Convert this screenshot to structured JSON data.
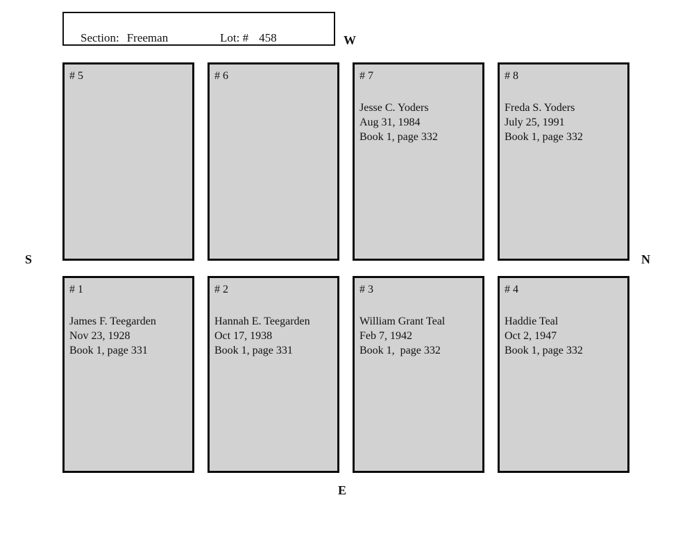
{
  "header": {
    "section_label": "Section:",
    "section_value": "Freeman",
    "lot_label": "Lot: #",
    "lot_value": "458"
  },
  "compass": {
    "west": "W",
    "south": "S",
    "north": "N",
    "east": "E"
  },
  "plots": [
    {
      "number": "# 5",
      "name": "",
      "date": "",
      "book": ""
    },
    {
      "number": "# 6",
      "name": "",
      "date": "",
      "book": ""
    },
    {
      "number": "# 7",
      "name": "Jesse C. Yoders",
      "date": "Aug 31, 1984",
      "book": "Book 1, page 332"
    },
    {
      "number": "# 8",
      "name": "Freda S. Yoders",
      "date": "July 25, 1991",
      "book": "Book 1, page 332"
    },
    {
      "number": "# 1",
      "name": "James F. Teegarden",
      "date": "Nov 23, 1928",
      "book": "Book 1, page 331"
    },
    {
      "number": "# 2",
      "name": "Hannah E. Teegarden",
      "date": "Oct 17, 1938",
      "book": "Book 1, page 331"
    },
    {
      "number": "# 3",
      "name": "William Grant Teal",
      "date": "Feb 7, 1942",
      "book": "Book 1,  page 332"
    },
    {
      "number": "# 4",
      "name": "Haddie Teal",
      "date": "Oct 2, 1947",
      "book": "Book 1, page 332"
    }
  ],
  "colors": {
    "plot_fill": "#d2d2d2",
    "border": "#000000",
    "background": "#ffffff"
  }
}
